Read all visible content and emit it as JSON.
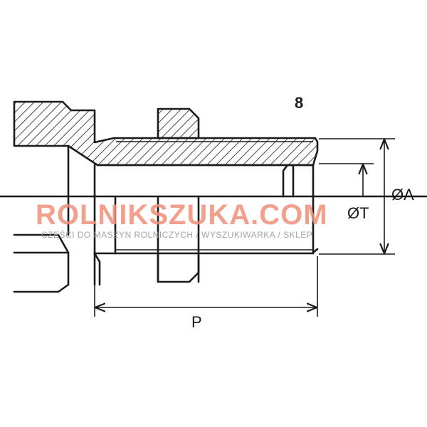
{
  "part_number": "8",
  "dimensions": {
    "outer_diameter": "ØA",
    "thread_diameter": "ØT",
    "length": "P"
  },
  "watermark": {
    "title": "ROLNIKSZUKA.COM",
    "subtitle": "CZĘŚCI DO MASZYN ROLNICZYCH / WYSZUKIWARKA / SKLEP"
  }
}
